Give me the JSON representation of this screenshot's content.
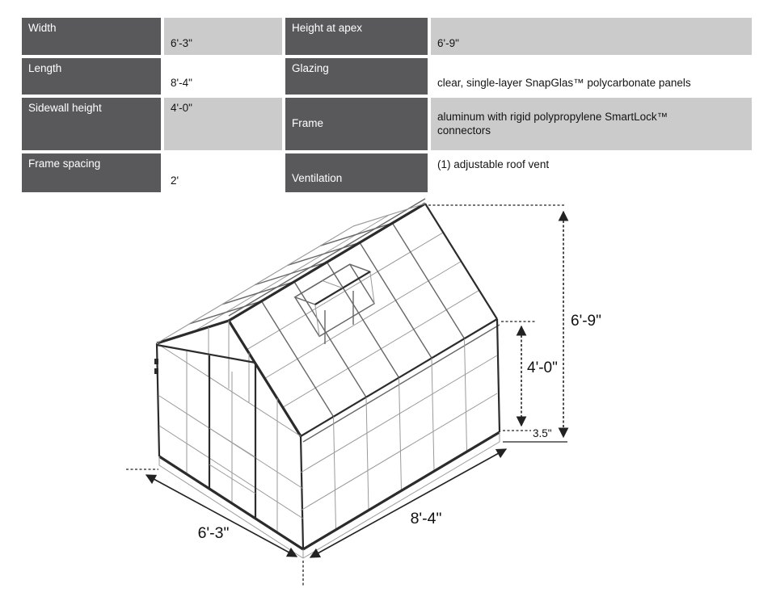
{
  "spec_table": {
    "colors": {
      "label_bg": "#59595b",
      "label_text": "#ffffff",
      "value_bg_shaded": "#cbcbcb",
      "value_bg_plain": "#ffffff",
      "value_text": "#141414"
    },
    "rows": [
      {
        "label_left": "Width",
        "value_left": "6'-3\"",
        "label_right": "Height at apex",
        "value_right": "6'-9\""
      },
      {
        "label_left": "Length",
        "value_left": "8'-4\"",
        "label_right": "Glazing",
        "value_right": "clear, single-layer SnapGlas™ polycarbonate panels"
      },
      {
        "label_left": "Sidewall height",
        "value_left": "4'-0\"",
        "label_right": "Frame",
        "value_right": "aluminum with rigid polypropylene SmartLock™ connectors"
      },
      {
        "label_left": "Frame spacing",
        "value_left": "2'",
        "label_right": "Ventilation",
        "value_right": "(1) adjustable roof vent"
      }
    ]
  },
  "diagram": {
    "description": "isometric line drawing of greenhouse with one open roof vent, gable-end double door and dimension arrows",
    "labels": {
      "apex_height": "6'-9\"",
      "sidewall_height": "4'-0\"",
      "base_height": "3.5\"",
      "length": "8'-4\"",
      "width": "6'-3\""
    }
  }
}
